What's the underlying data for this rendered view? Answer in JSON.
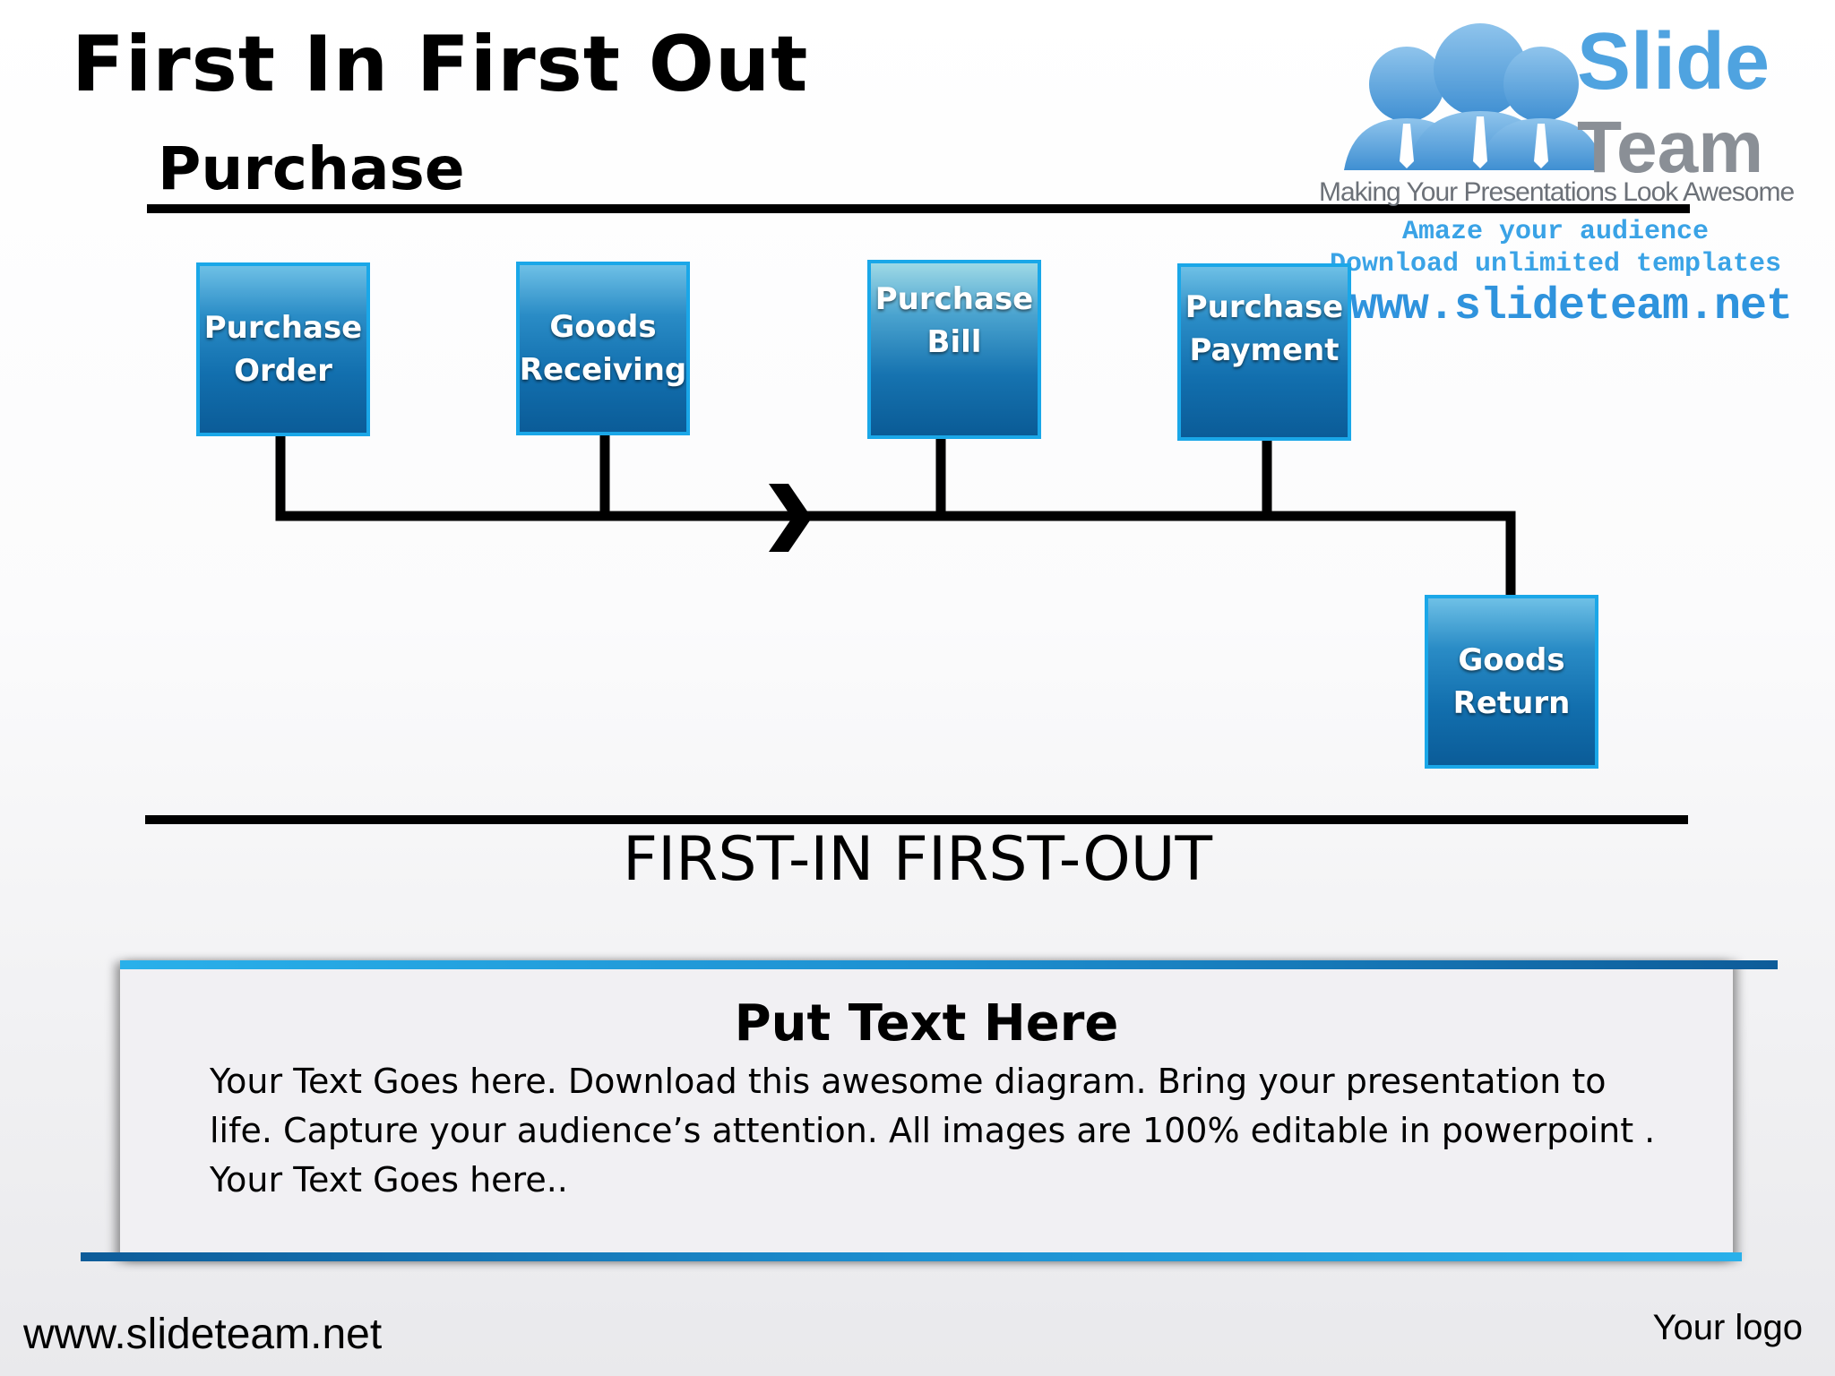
{
  "slide": {
    "title": "First In First Out",
    "subtitle": "Purchase",
    "section_label": "FIRST-IN FIRST-OUT"
  },
  "logo": {
    "word1": "Slide",
    "word2": "Team",
    "tagline": "Making Your Presentations Look Awesome",
    "promo1": "Amaze your audience",
    "promo2": "Download unlimited templates",
    "url": "www.slideteam.net"
  },
  "diagram": {
    "steps": [
      {
        "line1": "Purchase",
        "line2": "Order"
      },
      {
        "line1": "Goods",
        "line2": "Receiving"
      },
      {
        "line1": "Purchase",
        "line2": "Bill"
      },
      {
        "line1": "Purchase",
        "line2": "Payment"
      },
      {
        "line1": "Goods",
        "line2": "Return"
      }
    ]
  },
  "textbox": {
    "heading": "Put Text Here",
    "body": "Your Text Goes here. Download this awesome diagram. Bring your presentation to life. Capture your audience’s attention. All images are 100% editable in powerpoint . Your Text Goes here.."
  },
  "footer": {
    "website": "www.slideteam.net",
    "logo_placeholder": "Your logo"
  },
  "colors": {
    "box_fill": "#126fae",
    "box_border": "#1aa7e8",
    "accent": "#29b0ea"
  }
}
